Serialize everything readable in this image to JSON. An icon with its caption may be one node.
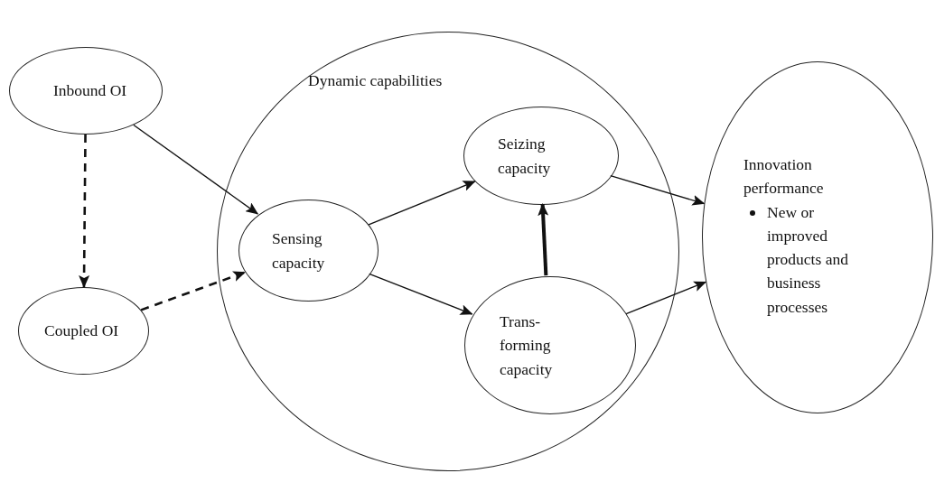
{
  "diagram": {
    "nodes": [
      {
        "text": [
          "Inbound OI"
        ]
      },
      {
        "text": [
          "Coupled OI"
        ]
      },
      {
        "text": [
          "Dynamic capabilities"
        ]
      },
      {
        "text": [
          "Sensing capacity"
        ],
        "in": 2
      },
      {
        "text": [
          "Seizing capacity"
        ],
        "in": 2
      },
      {
        "text": [
          "Trans-forming capacity"
        ],
        "in": 2
      },
      {
        "text": [
          "Innovation performance",
          "New or improved products and business processes"
        ]
      }
    ],
    "edges": [
      {
        "from": 0,
        "to": 1,
        "arrow": "to",
        "style": "dashed"
      },
      {
        "from": 0,
        "to": 3,
        "arrow": "to"
      },
      {
        "from": 1,
        "to": 3,
        "arrow": "to",
        "style": "dashed"
      },
      {
        "from": 3,
        "to": 4,
        "arrow": "to"
      },
      {
        "from": 3,
        "to": 5,
        "arrow": "to"
      },
      {
        "from": 5,
        "to": 4,
        "arrow": "to",
        "style": "thick"
      },
      {
        "from": 4,
        "to": 6,
        "arrow": "to"
      },
      {
        "from": 5,
        "to": 6,
        "arrow": "to"
      }
    ]
  }
}
